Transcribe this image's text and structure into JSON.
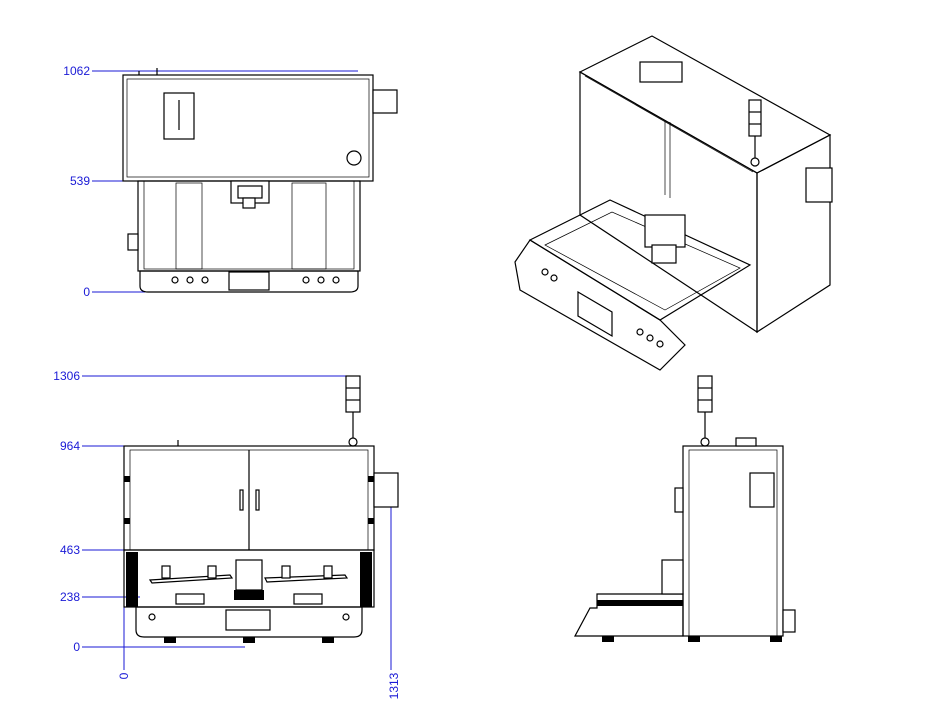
{
  "top_view": {
    "dimensions": [
      "1062",
      "539",
      "0"
    ]
  },
  "front_view": {
    "dimensions_left": [
      "1306",
      "964",
      "463",
      "238",
      "0"
    ],
    "dimension_bottom_left": "0",
    "dimension_bottom_right": "1313"
  },
  "colors": {
    "dimension": "#1a1ad6",
    "outline": "#000000",
    "background": "#ffffff"
  }
}
